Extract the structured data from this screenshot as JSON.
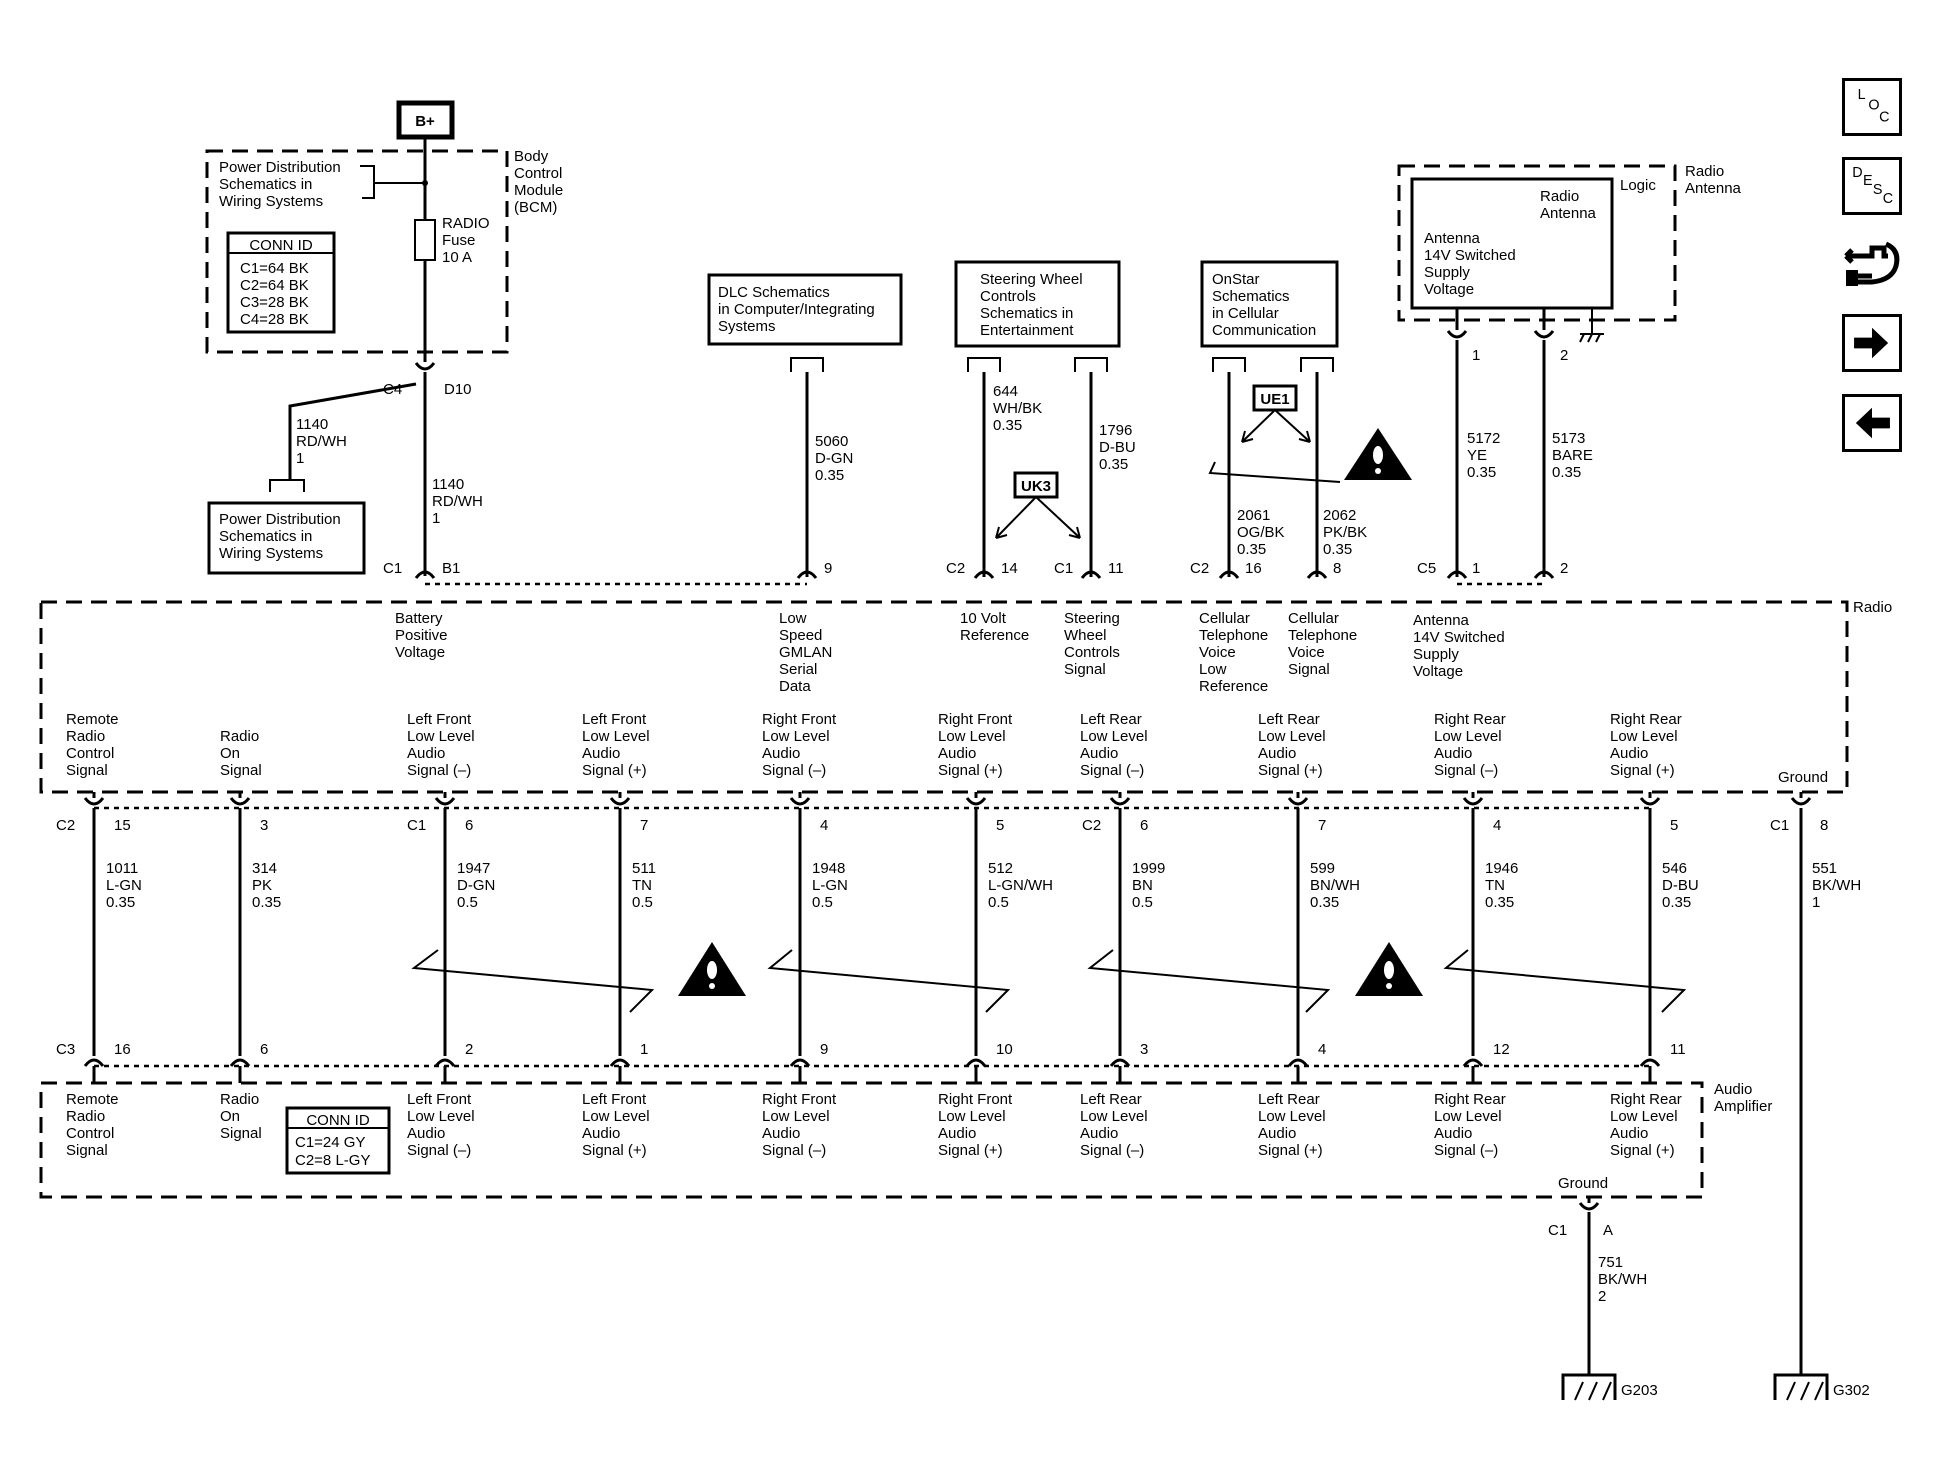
{
  "bplus": "B+",
  "bcm": {
    "title": [
      "Body",
      "Control",
      "Module",
      "(BCM)"
    ],
    "power_ref": [
      "Power Distribution",
      "Schematics in",
      "Wiring Systems"
    ],
    "conn_title": "CONN ID",
    "conn_rows": [
      "C1=64 BK",
      "C2=64 BK",
      "C3=28 BK",
      "C4=28 BK"
    ],
    "fuse": [
      "RADIO",
      "Fuse",
      "10 A"
    ],
    "c4": "C4",
    "d10": "D10"
  },
  "power_ref2": [
    "Power Distribution",
    "Schematics in",
    "Wiring Systems"
  ],
  "wire_1140_branch": [
    "1140",
    "RD/WH",
    "1"
  ],
  "wire_1140_main": [
    "1140",
    "RD/WH",
    "1"
  ],
  "dlc_ref": [
    "DLC Schematics",
    "in Computer/Integrating",
    "Systems"
  ],
  "wire_5060": [
    "5060",
    "D-GN",
    "0.35"
  ],
  "steering_ref": [
    "Steering Wheel",
    "Controls",
    "Schematics in",
    "Entertainment"
  ],
  "wire_644": [
    "644",
    "WH/BK",
    "0.35"
  ],
  "wire_1796": [
    "1796",
    "D-BU",
    "0.35"
  ],
  "uk3": "UK3",
  "onstar_ref": [
    "OnStar",
    "Schematics",
    "in Cellular",
    "Communication"
  ],
  "ue1": "UE1",
  "wire_2061": [
    "2061",
    "OG/BK",
    "0.35"
  ],
  "wire_2062": [
    "2062",
    "PK/BK",
    "0.35"
  ],
  "antenna": {
    "title": [
      "Radio",
      "Antenna"
    ],
    "logic": "Logic",
    "inner_title": [
      "Radio",
      "Antenna"
    ],
    "supply": [
      "Antenna",
      "14V Switched",
      "Supply",
      "Voltage"
    ],
    "pin1": "1",
    "pin2": "2"
  },
  "wire_5172": [
    "5172",
    "YE",
    "0.35"
  ],
  "wire_5173": [
    "5173",
    "BARE",
    "0.35"
  ],
  "radio": {
    "name": "Radio",
    "ground": "Ground",
    "top_pins": [
      {
        "conn": "C1",
        "pin": "B1",
        "label": [
          "Battery",
          "Positive",
          "Voltage"
        ]
      },
      {
        "conn": "",
        "pin": "9",
        "label": [
          "Low",
          "Speed",
          "GMLAN",
          "Serial",
          "Data"
        ]
      },
      {
        "conn": "C2",
        "pin": "14",
        "label": [
          "10 Volt",
          "Reference"
        ]
      },
      {
        "conn": "C1",
        "pin": "11",
        "label": [
          "Steering",
          "Wheel",
          "Controls",
          "Signal"
        ]
      },
      {
        "conn": "C2",
        "pin": "16",
        "label": [
          "Cellular",
          "Telephone",
          "Voice",
          "Low",
          "Reference"
        ]
      },
      {
        "conn": "",
        "pin": "8",
        "label": [
          "Cellular",
          "Telephone",
          "Voice",
          "Signal"
        ]
      },
      {
        "conn": "C5",
        "pin": "1",
        "label": [
          "Antenna",
          "14V Switched",
          "Supply",
          "Voltage"
        ]
      },
      {
        "conn": "",
        "pin": "2",
        "label": []
      }
    ],
    "bottom_labels": [
      [
        "Remote",
        "Radio",
        "Control",
        "Signal"
      ],
      [
        "Radio",
        "On",
        "Signal"
      ],
      [
        "Left Front",
        "Low Level",
        "Audio",
        "Signal (–)"
      ],
      [
        "Left Front",
        "Low Level",
        "Audio",
        "Signal (+)"
      ],
      [
        "Right Front",
        "Low Level",
        "Audio",
        "Signal (–)"
      ],
      [
        "Right Front",
        "Low Level",
        "Audio",
        "Signal (+)"
      ],
      [
        "Left Rear",
        "Low Level",
        "Audio",
        "Signal (–)"
      ],
      [
        "Left Rear",
        "Low Level",
        "Audio",
        "Signal (+)"
      ],
      [
        "Right Rear",
        "Low Level",
        "Audio",
        "Signal (–)"
      ],
      [
        "Right Rear",
        "Low Level",
        "Audio",
        "Signal (+)"
      ]
    ],
    "bottom_pins": [
      {
        "conn": "C2",
        "pin": "15"
      },
      {
        "conn": "",
        "pin": "3"
      },
      {
        "conn": "C1",
        "pin": "6"
      },
      {
        "conn": "",
        "pin": "7"
      },
      {
        "conn": "",
        "pin": "4"
      },
      {
        "conn": "",
        "pin": "5"
      },
      {
        "conn": "C2",
        "pin": "6"
      },
      {
        "conn": "",
        "pin": "7"
      },
      {
        "conn": "",
        "pin": "4"
      },
      {
        "conn": "",
        "pin": "5"
      }
    ],
    "ground_pin": {
      "conn": "C1",
      "pin": "8"
    }
  },
  "audio_wires": [
    [
      "1011",
      "L-GN",
      "0.35"
    ],
    [
      "314",
      "PK",
      "0.35"
    ],
    [
      "1947",
      "D-GN",
      "0.5"
    ],
    [
      "511",
      "TN",
      "0.5"
    ],
    [
      "1948",
      "L-GN",
      "0.5"
    ],
    [
      "512",
      "L-GN/WH",
      "0.5"
    ],
    [
      "1999",
      "BN",
      "0.5"
    ],
    [
      "599",
      "BN/WH",
      "0.35"
    ],
    [
      "1946",
      "TN",
      "0.35"
    ],
    [
      "546",
      "D-BU",
      "0.35"
    ]
  ],
  "wire_551": [
    "551",
    "BK/WH",
    "1"
  ],
  "amp": {
    "name": [
      "Audio",
      "Amplifier"
    ],
    "pins": [
      {
        "conn": "C3",
        "pin": "16"
      },
      {
        "conn": "",
        "pin": "6"
      },
      {
        "conn": "",
        "pin": "2"
      },
      {
        "conn": "",
        "pin": "1"
      },
      {
        "conn": "",
        "pin": "9"
      },
      {
        "conn": "",
        "pin": "10"
      },
      {
        "conn": "",
        "pin": "3"
      },
      {
        "conn": "",
        "pin": "4"
      },
      {
        "conn": "",
        "pin": "12"
      },
      {
        "conn": "",
        "pin": "11"
      }
    ],
    "labels": [
      [
        "Remote",
        "Radio",
        "Control",
        "Signal"
      ],
      [
        "Radio",
        "On",
        "Signal"
      ],
      [
        "Left Front",
        "Low Level",
        "Audio",
        "Signal (–)"
      ],
      [
        "Left Front",
        "Low Level",
        "Audio",
        "Signal (+)"
      ],
      [
        "Right Front",
        "Low Level",
        "Audio",
        "Signal (–)"
      ],
      [
        "Right Front",
        "Low Level",
        "Audio",
        "Signal (+)"
      ],
      [
        "Left Rear",
        "Low Level",
        "Audio",
        "Signal (–)"
      ],
      [
        "Left Rear",
        "Low Level",
        "Audio",
        "Signal (+)"
      ],
      [
        "Right Rear",
        "Low Level",
        "Audio",
        "Signal (–)"
      ],
      [
        "Right Rear",
        "Low Level",
        "Audio",
        "Signal (+)"
      ]
    ],
    "conn_title": "CONN ID",
    "conn_rows": [
      "C1=24 GY",
      "C2=8 L-GY"
    ],
    "ground": "Ground",
    "ground_conn": "C1",
    "ground_pin": "A"
  },
  "wire_751": [
    "751",
    "BK/WH",
    "2"
  ],
  "g203": "G203",
  "g302": "G302",
  "nav": {
    "loc": [
      "L",
      "O",
      "C"
    ],
    "desc": [
      "D",
      "E",
      "S",
      "C"
    ],
    "icons": [
      "connector-view-icon",
      "next-arrow-icon",
      "previous-arrow-icon"
    ]
  }
}
